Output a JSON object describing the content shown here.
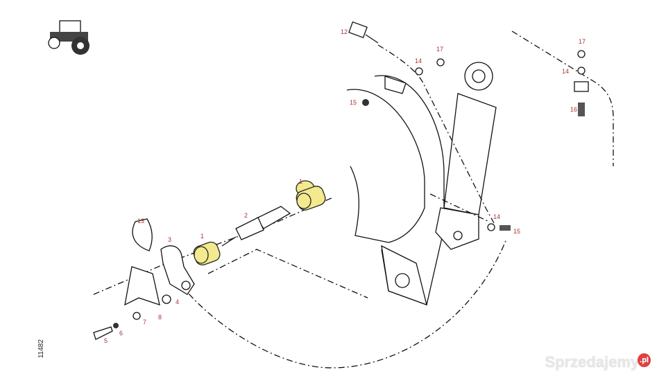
{
  "diagram": {
    "drawing_number": "11482",
    "watermark": {
      "brand": "Sprzedajemy",
      "suffix": ".pl"
    },
    "labels": {
      "bushing_right": "1",
      "bushing_left": "1",
      "pin": "2",
      "bracket": "3",
      "washer_4": "4",
      "bolt_5": "5",
      "nut_6": "6",
      "washer_7": "7",
      "plate_8": "8",
      "connector_12": "12",
      "clip_13": "13",
      "clamp_14_top": "14",
      "nut_17_top": "17",
      "screw_15_top": "15",
      "clamp_14_mid": "14",
      "screw_15_mid": "15",
      "nut_17_right": "17",
      "clamp_14_right": "14",
      "screw_16": "16"
    },
    "colors": {
      "bushing": "#f3e98e",
      "label": "#b03030"
    }
  }
}
